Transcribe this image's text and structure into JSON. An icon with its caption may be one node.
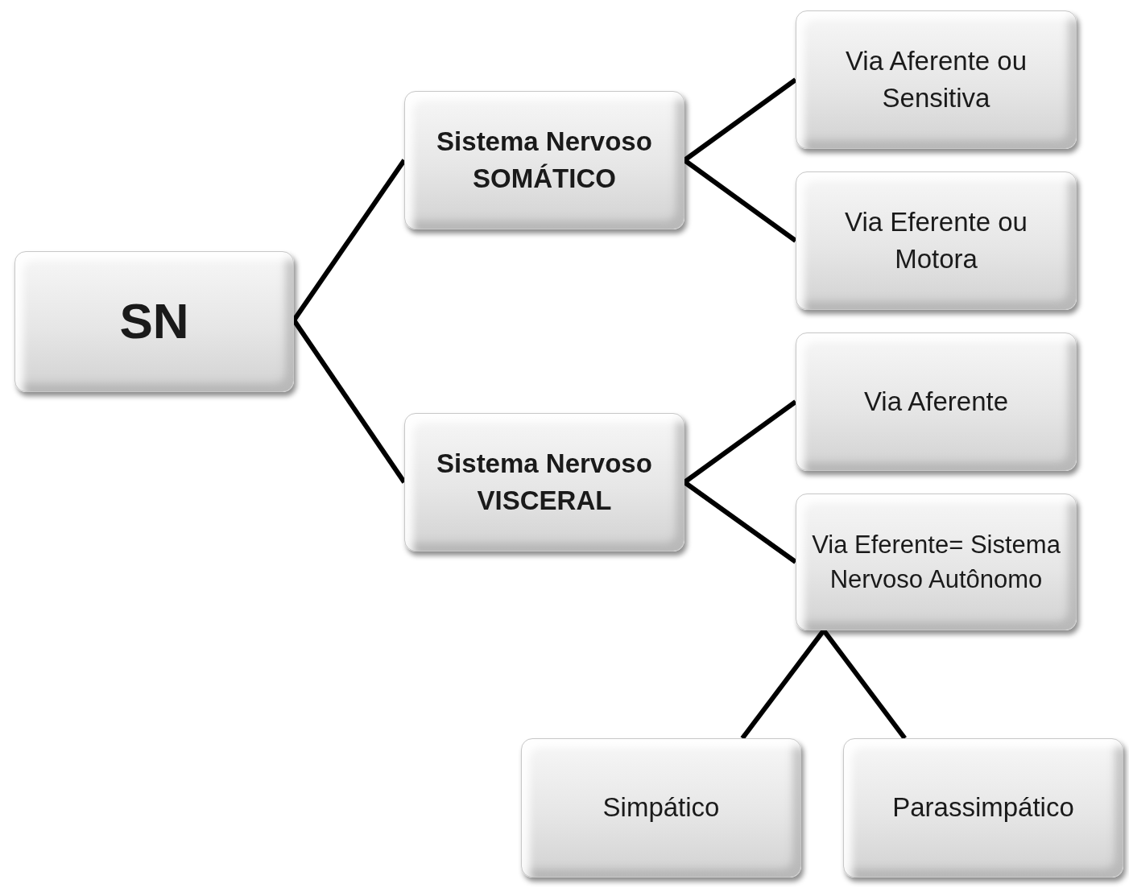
{
  "diagram": {
    "nodes": [
      {
        "text": [
          "SN"
        ]
      },
      {
        "text": [
          "Sistema Nervoso SOMÁTICO"
        ]
      },
      {
        "text": [
          "Sistema Nervoso VISCERAL"
        ]
      },
      {
        "text": [
          "Via Aferente ou Sensitiva"
        ]
      },
      {
        "text": [
          "Via Eferente ou Motora"
        ]
      },
      {
        "text": [
          "Via Aferente"
        ]
      },
      {
        "text": [
          "Via Eferente= Sistema Nervoso Autônomo"
        ]
      },
      {
        "text": [
          "Simpático"
        ]
      },
      {
        "text": [
          "Parassimpático"
        ]
      }
    ],
    "edges": [
      {
        "from": 0,
        "to": 1,
        "arrow": "none"
      },
      {
        "from": 0,
        "to": 2,
        "arrow": "none"
      },
      {
        "from": 1,
        "to": 3,
        "arrow": "none"
      },
      {
        "from": 1,
        "to": 4,
        "arrow": "none"
      },
      {
        "from": 2,
        "to": 5,
        "arrow": "none"
      },
      {
        "from": 2,
        "to": 6,
        "arrow": "none"
      },
      {
        "from": 6,
        "to": 7,
        "arrow": "none"
      },
      {
        "from": 6,
        "to": 8,
        "arrow": "none"
      }
    ]
  }
}
